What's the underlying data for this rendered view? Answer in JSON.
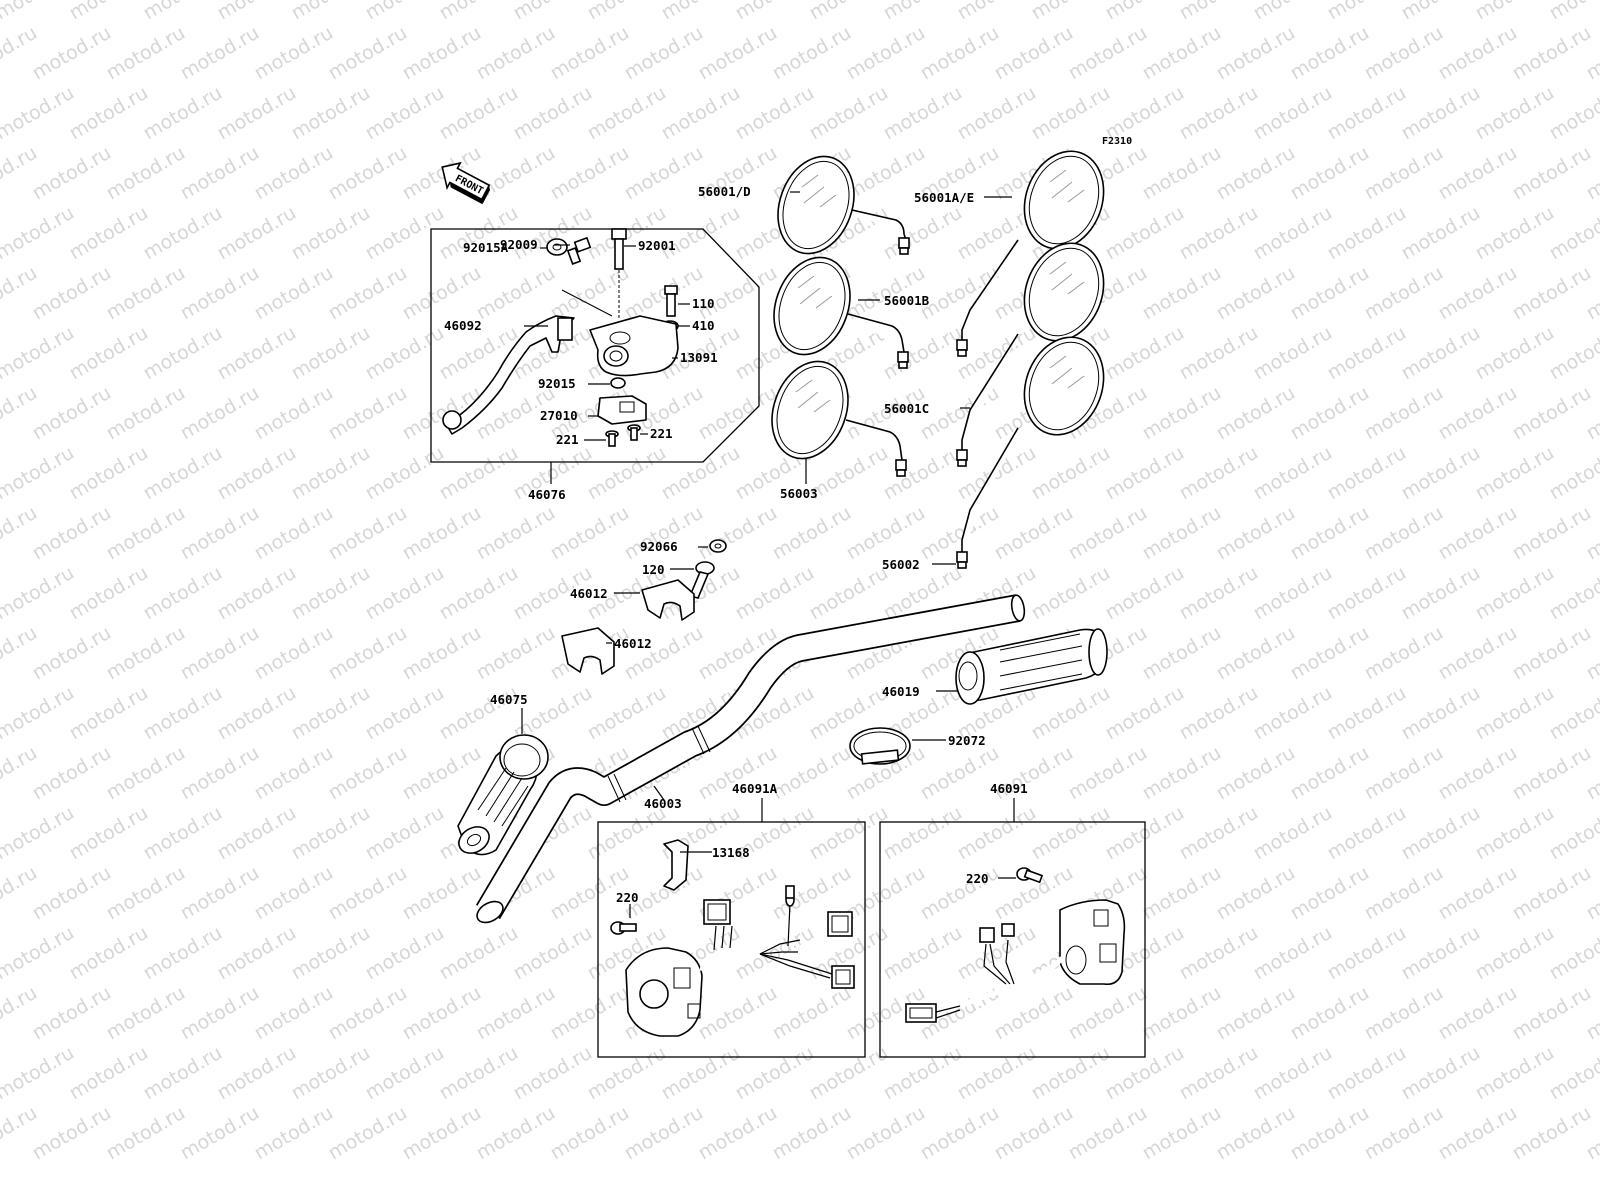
{
  "watermark": "motod.ru",
  "figure_code": "F2310",
  "front_label": "FRONT",
  "parts": {
    "p92009": "92009",
    "p92015A": "92015A",
    "p92001": "92001",
    "p110": "110",
    "p410": "410",
    "p46092": "46092",
    "p13091": "13091",
    "p92015": "92015",
    "p27010": "27010",
    "p221a": "221",
    "p221b": "221",
    "p46076": "46076",
    "p56001D": "56001/D",
    "p56001AE": "56001A/E",
    "p56001B": "56001B",
    "p56001C": "56001C",
    "p56003": "56003",
    "p56002": "56002",
    "p92066": "92066",
    "p120": "120",
    "p46012a": "46012",
    "p46012b": "46012",
    "p46075": "46075",
    "p46003": "46003",
    "p46019": "46019",
    "p92072": "92072",
    "p46091A": "46091A",
    "p46091": "46091",
    "p13168": "13168",
    "p220a": "220",
    "p220b": "220"
  }
}
